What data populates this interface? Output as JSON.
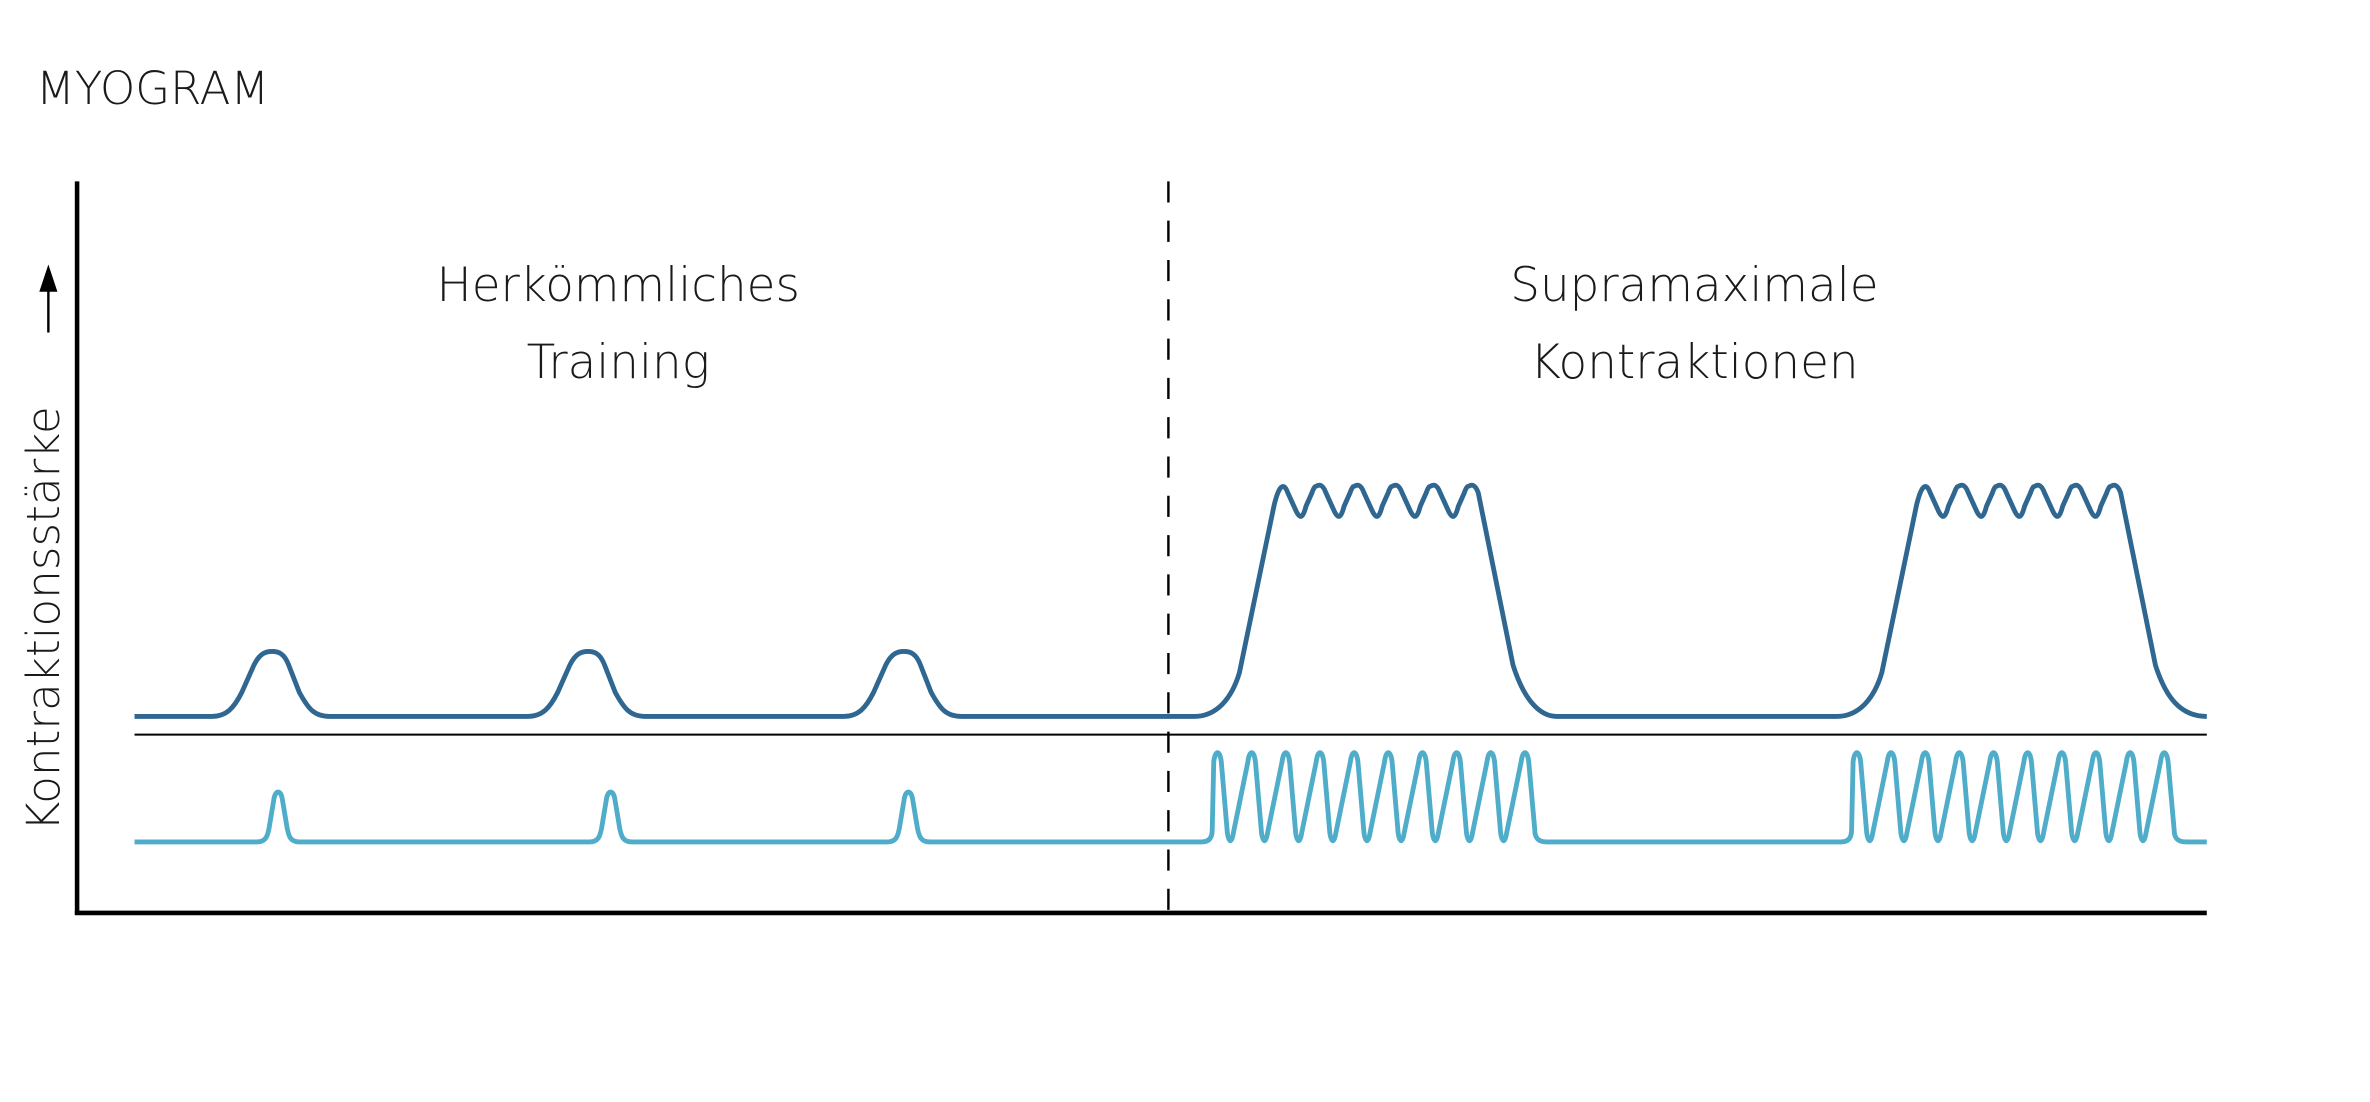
{
  "title": "MYOGRAM",
  "y_axis_label": "Kontraktionsstärke",
  "sections": [
    {
      "lines": [
        "Herkömmliches",
        "Training"
      ]
    },
    {
      "lines": [
        "Supramaximale",
        "Kontraktionen"
      ]
    }
  ],
  "colors": {
    "force_trace": "#2f6791",
    "stimulus_trace": "#4fadc9",
    "axis": "#000000"
  },
  "traces": {
    "conventional_twitches": 3,
    "supramaximal_contractions": 2,
    "ripples_per_contraction": 6,
    "stimuli_per_contraction": 10
  }
}
